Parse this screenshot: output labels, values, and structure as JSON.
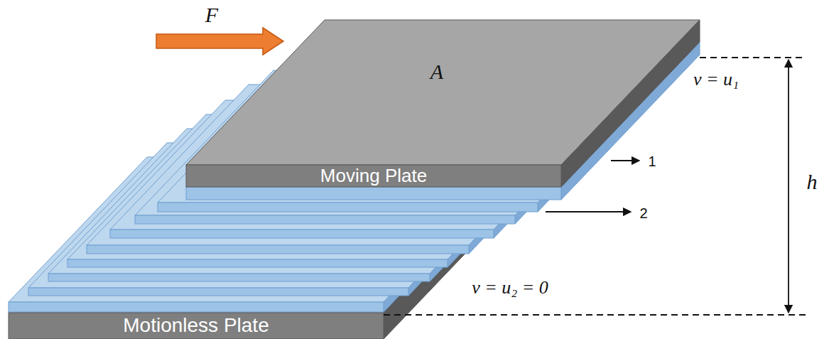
{
  "diagram": {
    "nodes": [
      {
        "text": [
          "Moving Plate"
        ]
      },
      {
        "text": [
          "Motionless Plate"
        ]
      }
    ],
    "labels": [
      "F",
      "A",
      "v = u₁",
      "1",
      "2",
      "v = u₂ = 0",
      "h"
    ]
  }
}
